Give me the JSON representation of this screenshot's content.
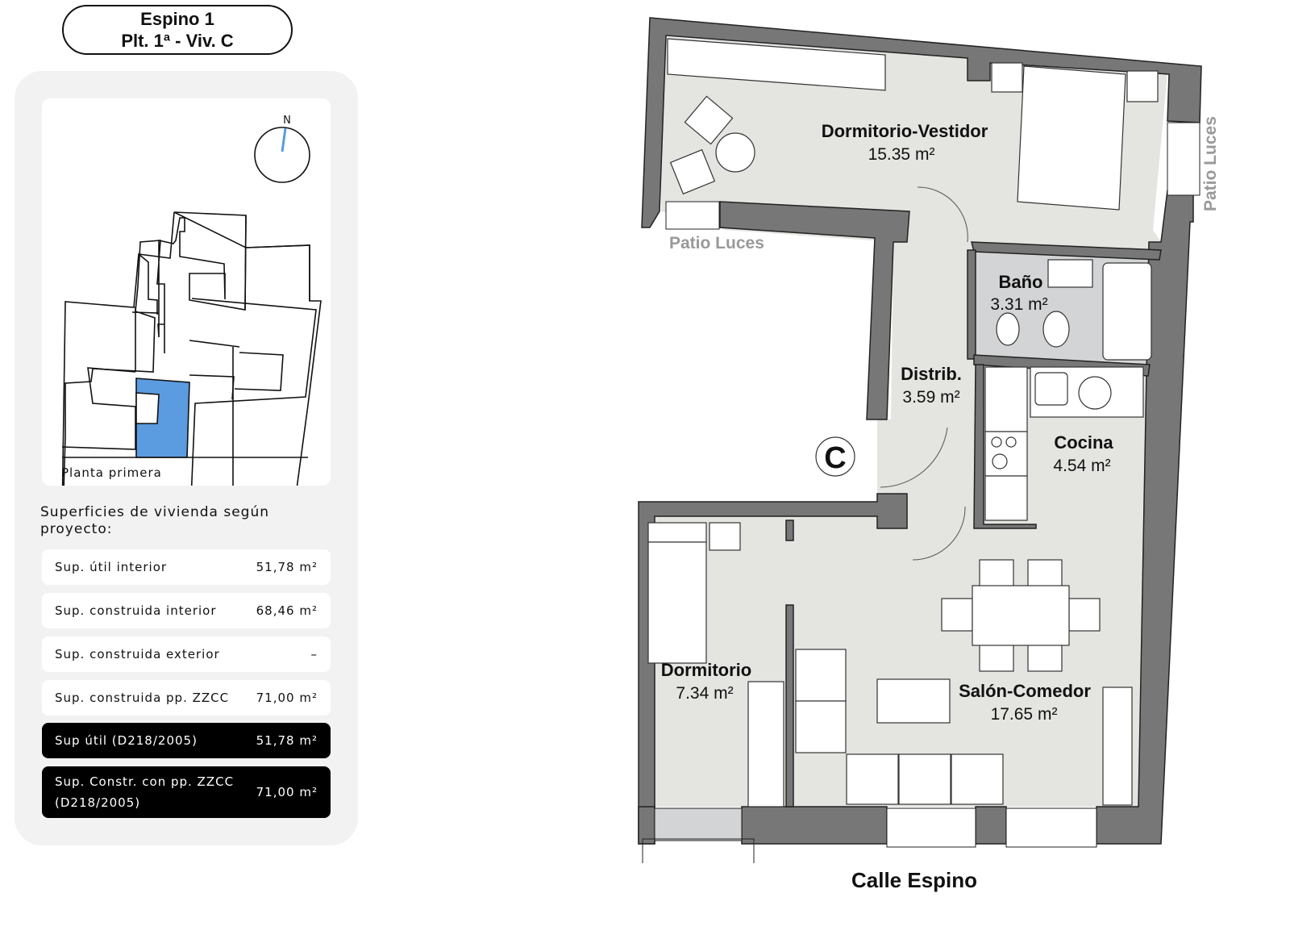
{
  "header": {
    "building": "Espino  1",
    "unit": "Plt. 1ª - Viv. C"
  },
  "location_map": {
    "north_label": "N",
    "caption": "Planta primera",
    "highlight_color": "#5b9bdf"
  },
  "surfaces": {
    "heading_line1": "Superficies de vivienda según",
    "heading_line2": "proyecto:",
    "rows": [
      {
        "label": "Sup. útil interior",
        "value": "51,78",
        "unit": "m²",
        "style": "light"
      },
      {
        "label": "Sup. construida interior",
        "value": "68,46",
        "unit": "m²",
        "style": "light"
      },
      {
        "label": "Sup. construida exterior",
        "value": "–",
        "unit": "",
        "style": "light"
      },
      {
        "label": "Sup. construida pp. ZZCC",
        "value": "71,00",
        "unit": "m²",
        "style": "light"
      },
      {
        "label": "Sup útil (D218/2005)",
        "value": "51,78",
        "unit": "m²",
        "style": "dark"
      },
      {
        "label": "Sup. Constr. con pp. ZZCC",
        "label2": "(D218/2005)",
        "value": "71,00",
        "unit": "m²",
        "style": "dark"
      }
    ]
  },
  "floor_plan": {
    "unit_marker": "C",
    "street": "Calle Espino",
    "patio_left": "Patio Luces",
    "patio_right": "Patio Luces",
    "colors": {
      "wall": "#777777",
      "floor": "#e4e4e1",
      "bath_floor": "#d3d4d5",
      "furniture": "#ffffff"
    },
    "rooms": [
      {
        "name": "Dormitorio-Vestidor",
        "area": "15.35 m²"
      },
      {
        "name": "Baño",
        "area": "3.31 m²"
      },
      {
        "name": "Distrib.",
        "area": "3.59 m²"
      },
      {
        "name": "Cocina",
        "area": "4.54 m²"
      },
      {
        "name": "Dormitorio",
        "area": "7.34 m²"
      },
      {
        "name": "Salón-Comedor",
        "area": "17.65 m²"
      }
    ]
  }
}
